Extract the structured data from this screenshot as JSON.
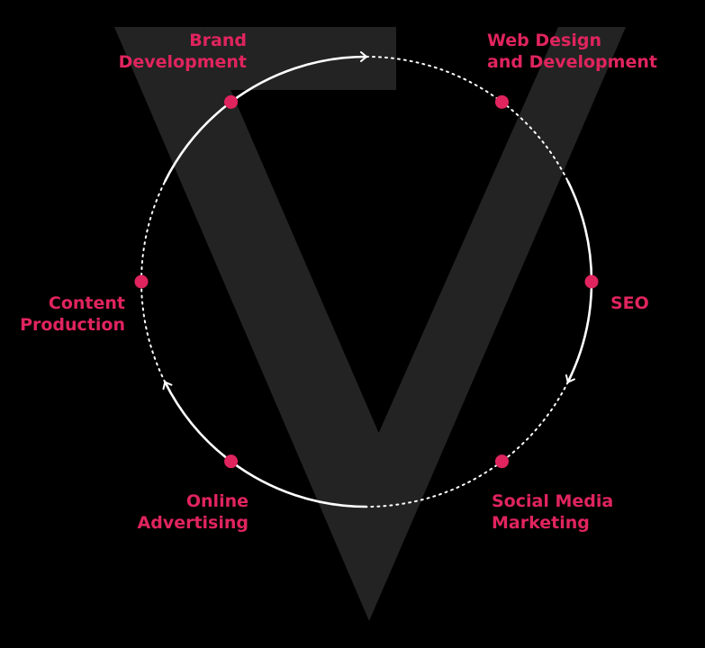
{
  "colors": {
    "background": "#000000",
    "accent": "#e0245e",
    "ring": "#ffffff",
    "logo": "#232323"
  },
  "logo": {
    "name": "V-logo-watermark"
  },
  "nodes": [
    {
      "id": "brand-development",
      "lines": [
        "Brand",
        "Development"
      ]
    },
    {
      "id": "web-design-and-development",
      "lines": [
        "Web Design",
        "and Development"
      ]
    },
    {
      "id": "seo",
      "lines": [
        "SEO"
      ]
    },
    {
      "id": "social-media-marketing",
      "lines": [
        "Social Media",
        "Marketing"
      ]
    },
    {
      "id": "online-advertising",
      "lines": [
        "Online",
        "Advertising"
      ]
    },
    {
      "id": "content-production",
      "lines": [
        "Content",
        "Production"
      ]
    }
  ]
}
